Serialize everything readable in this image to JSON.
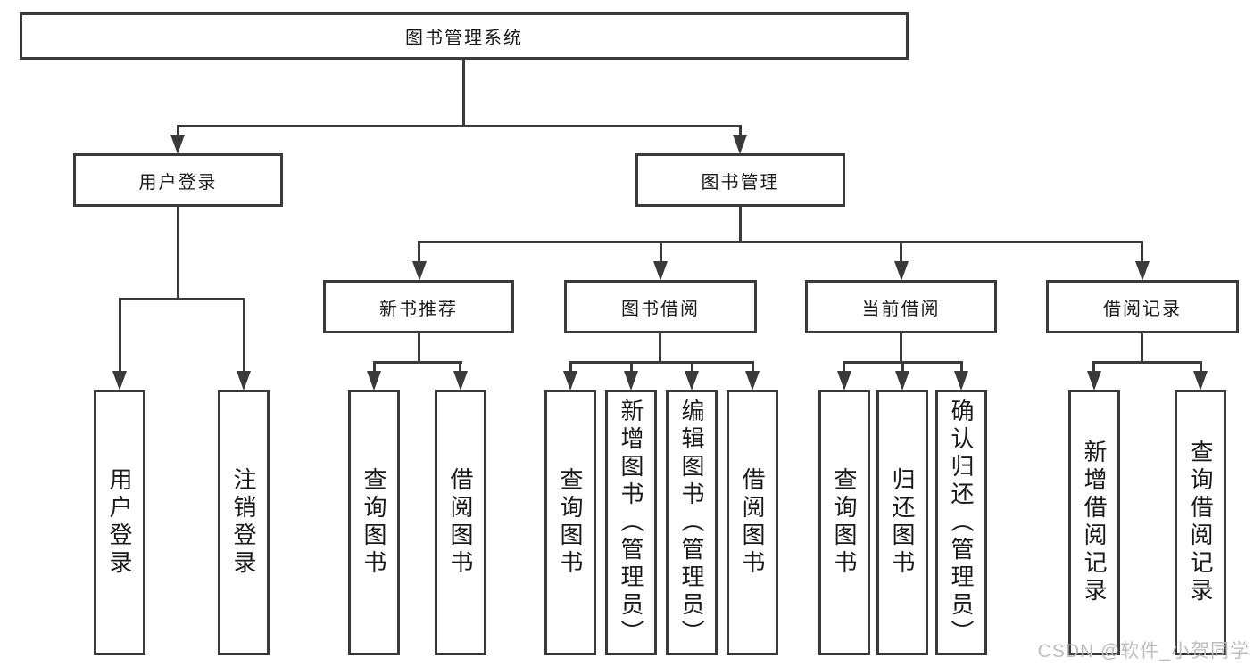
{
  "diagram": {
    "root": {
      "label": "图书管理系统"
    },
    "level2": [
      {
        "label": "用户登录"
      },
      {
        "label": "图书管理"
      }
    ],
    "level3": [
      {
        "label": "新书推荐",
        "parent": "图书管理"
      },
      {
        "label": "图书借阅",
        "parent": "图书管理"
      },
      {
        "label": "当前借阅",
        "parent": "图书管理"
      },
      {
        "label": "借阅记录",
        "parent": "图书管理"
      }
    ],
    "leaves": [
      {
        "label": "用户登录",
        "parent": "用户登录"
      },
      {
        "label": "注销登录",
        "parent": "用户登录"
      },
      {
        "label": "查询图书",
        "parent": "新书推荐"
      },
      {
        "label": "借阅图书",
        "parent": "新书推荐"
      },
      {
        "label": "查询图书",
        "parent": "图书借阅"
      },
      {
        "label": "新增图书（管理员）",
        "parent": "图书借阅"
      },
      {
        "label": "编辑图书（管理员）",
        "parent": "图书借阅"
      },
      {
        "label": "借阅图书",
        "parent": "图书借阅"
      },
      {
        "label": "查询图书",
        "parent": "当前借阅"
      },
      {
        "label": "归还图书",
        "parent": "当前借阅"
      },
      {
        "label": "确认归还（管理员）",
        "parent": "当前借阅"
      },
      {
        "label": "新增借阅记录",
        "parent": "借阅记录"
      },
      {
        "label": "查询借阅记录",
        "parent": "借阅记录"
      }
    ]
  },
  "watermark": {
    "text": "CSDN @软件_小贺同学"
  },
  "colors": {
    "line": "#3a3a3a",
    "text": "#1a1a1a",
    "background": "#ffffff",
    "watermark": "#bdbdbd"
  }
}
